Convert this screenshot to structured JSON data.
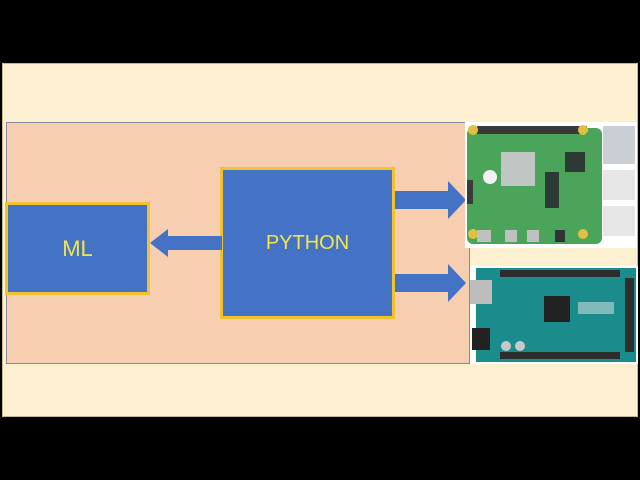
{
  "diagram": {
    "nodes": [
      {
        "id": "ml",
        "label": "ML"
      },
      {
        "id": "python",
        "label": "PYTHON"
      },
      {
        "id": "raspberry-pi",
        "label": "",
        "kind": "board-image"
      },
      {
        "id": "arduino",
        "label": "",
        "kind": "board-image"
      }
    ],
    "edges": [
      {
        "from": "python",
        "to": "ml"
      },
      {
        "from": "python",
        "to": "raspberry-pi"
      },
      {
        "from": "python",
        "to": "arduino"
      }
    ]
  },
  "colors": {
    "background": "#000000",
    "slide": "#fdf0d0",
    "panel": "#f7cfb0",
    "box_fill": "#4472c4",
    "box_border": "#f2c12e",
    "box_text": "#f5e54a",
    "arrow": "#4472c4"
  }
}
